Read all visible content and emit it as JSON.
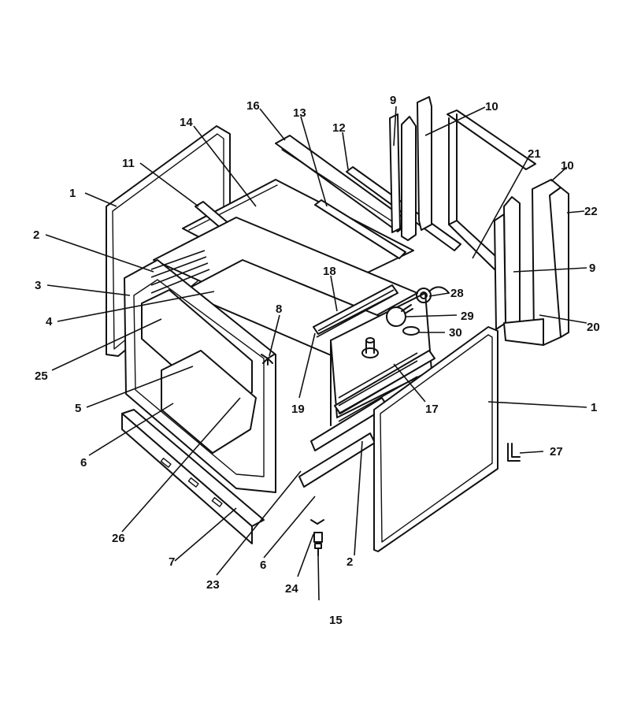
{
  "colors": {
    "line": "#111111",
    "background": "#ffffff"
  },
  "callouts": {
    "c1a": "1",
    "c1b": "1",
    "c2a": "2",
    "c2b": "2",
    "c3": "3",
    "c4": "4",
    "c5": "5",
    "c6a": "6",
    "c6b": "6",
    "c7": "7",
    "c8": "8",
    "c9a": "9",
    "c9b": "9",
    "c10a": "10",
    "c10b": "10",
    "c11": "11",
    "c12": "12",
    "c13": "13",
    "c14": "14",
    "c15": "15",
    "c16": "16",
    "c17": "17",
    "c18": "18",
    "c19": "19",
    "c20": "20",
    "c21": "21",
    "c22": "22",
    "c23": "23",
    "c24": "24",
    "c25": "25",
    "c26": "26",
    "c27": "27",
    "c28": "28",
    "c29": "29",
    "c30": "30"
  }
}
